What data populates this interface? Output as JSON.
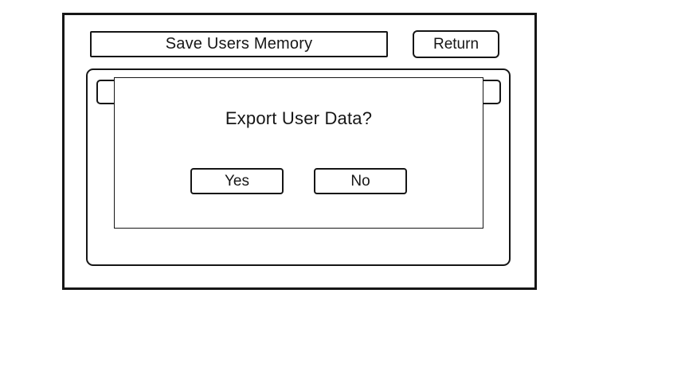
{
  "window": {
    "title_bar": {
      "title": "Save Users Memory"
    },
    "return_button": {
      "label": "Return"
    }
  },
  "dialog": {
    "message": "Export User Data?",
    "buttons": {
      "yes": "Yes",
      "no": "No"
    }
  },
  "colors": {
    "line": "#161616",
    "background": "#ffffff",
    "text": "#161616"
  }
}
